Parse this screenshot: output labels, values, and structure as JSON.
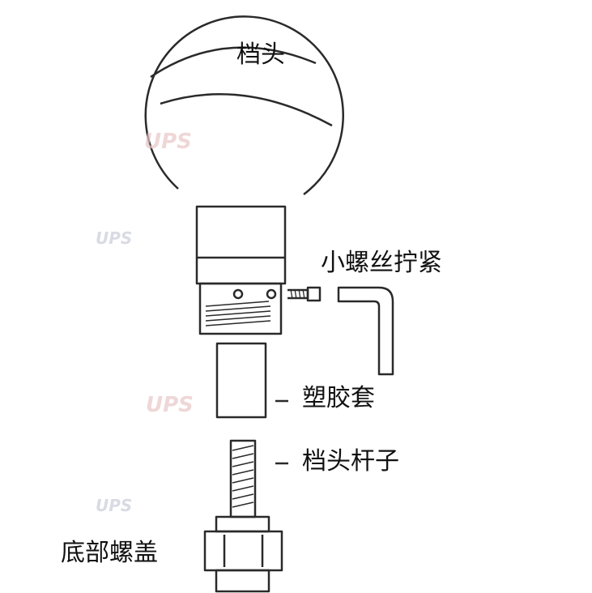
{
  "labels": {
    "knob": "档头",
    "small_screw": "小螺丝拧紧",
    "plastic_sleeve": "塑胶套",
    "shift_rod": "档头杆子",
    "bottom_nut": "底部螺盖"
  },
  "watermark": {
    "text": "UPS"
  },
  "colors": {
    "stroke": "#2a2a2a",
    "text": "#111111",
    "watermark": "#e9c7c7"
  }
}
